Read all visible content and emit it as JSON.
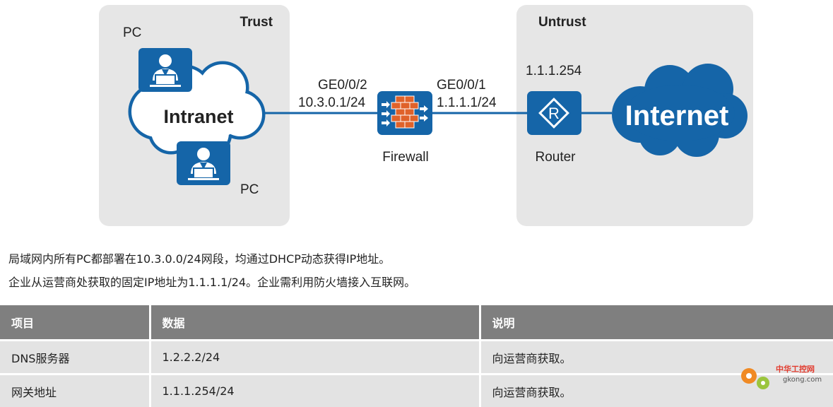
{
  "diagram": {
    "zones": [
      {
        "label": "Trust"
      },
      {
        "label": "Untrust"
      }
    ],
    "intranet_label": "Intranet",
    "internet_label": "Internet",
    "pc_labels": [
      "PC",
      "PC"
    ],
    "firewall": {
      "label": "Firewall",
      "left_port": "GE0/0/2",
      "left_ip": "10.3.0.1/24",
      "right_port": "GE0/0/1",
      "right_ip": "1.1.1.1/24"
    },
    "router": {
      "label": "Router",
      "ip": "1.1.1.254",
      "symbol": "R"
    }
  },
  "description": [
    "局域网内所有PC都部署在10.3.0.0/24网段，均通过DHCP动态获得IP地址。",
    "企业从运营商处获取的固定IP地址为1.1.1.1/24。企业需利用防火墙接入互联网。"
  ],
  "table": {
    "headers": [
      "项目",
      "数据",
      "说明"
    ],
    "rows": [
      [
        "DNS服务器",
        "1.2.2.2/24",
        "向运营商获取。"
      ],
      [
        "网关地址",
        "1.1.1.254/24",
        "向运营商获取。"
      ]
    ]
  },
  "watermark": {
    "text": "中华工控网",
    "url": "gkong.com"
  },
  "colors": {
    "zone_bg": "#e6e6e6",
    "device_blue": "#1565a8",
    "cloud_blue": "#1565a8",
    "link_blue": "#1565a8",
    "brick_orange": "#e0622a",
    "table_header": "#7f7f7f",
    "table_cell": "#e3e3e3"
  }
}
